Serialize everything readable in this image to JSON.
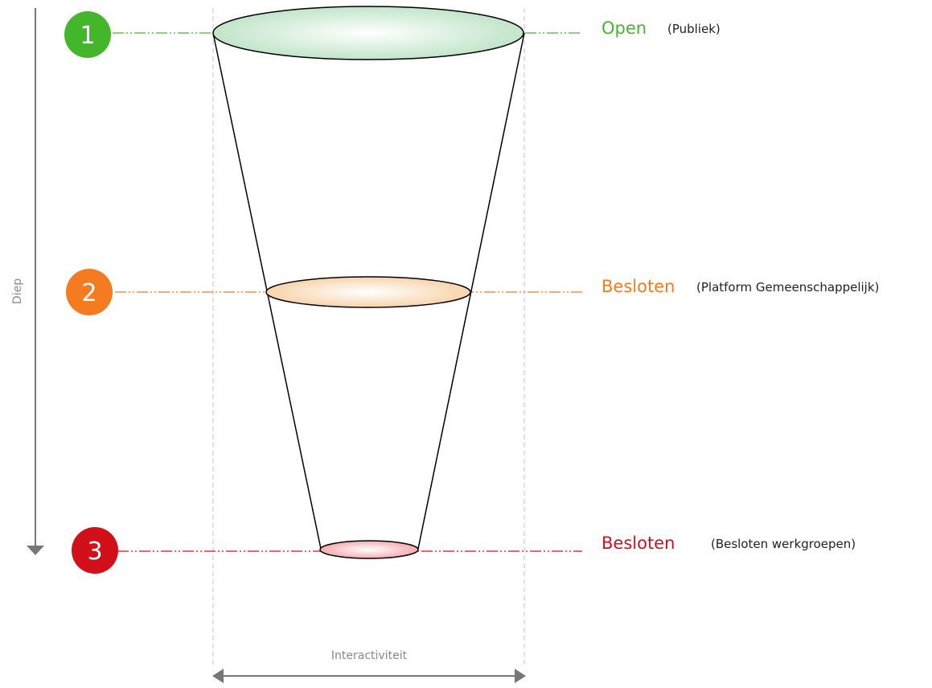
{
  "axes": {
    "vertical_label": "Diep",
    "horizontal_label": "Interactiviteit",
    "axis_color": "#777777",
    "guide_color": "#cccccc"
  },
  "levels": [
    {
      "number": "1",
      "title": "Open",
      "subtitle": "(Publiek)",
      "color": "#44b62b",
      "fill": "#b5e0bf"
    },
    {
      "number": "2",
      "title": "Besloten",
      "subtitle": "(Platform Gemeenschappelijk)",
      "color": "#f47b20",
      "fill": "#f6cb99"
    },
    {
      "number": "3",
      "title": "Besloten",
      "subtitle": "(Besloten werkgroepen)",
      "color": "#d2101a",
      "fill": "#f19aa2"
    }
  ]
}
